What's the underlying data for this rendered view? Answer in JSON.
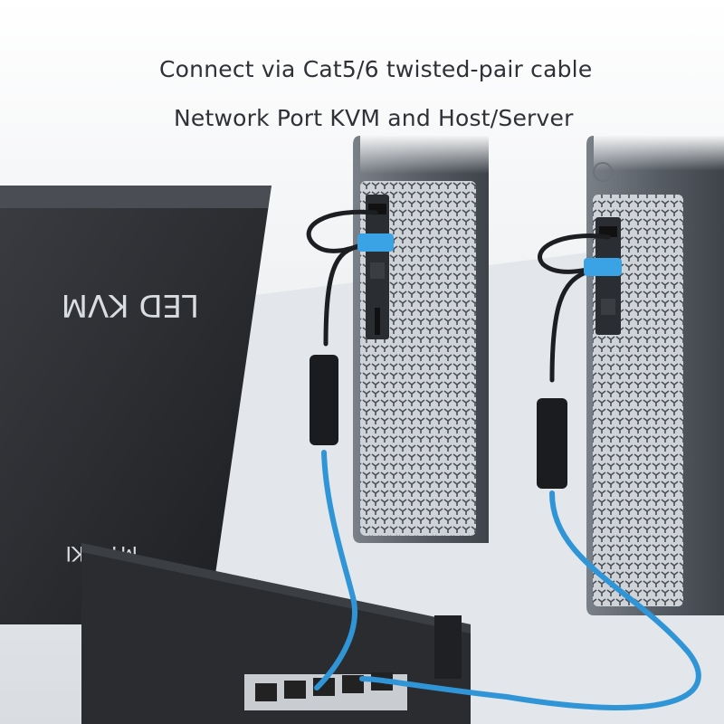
{
  "captions": {
    "line1": "Connect via Cat5/6 twisted-pair cable",
    "line2": "Network Port KVM and Host/Server"
  },
  "device": {
    "lid_label": "LED KVM",
    "brand_label": "MT-VIKI"
  },
  "colors": {
    "cable_blue": "#2f95d6",
    "connector_blue": "#3aa3e6",
    "chassis_dark": "#2a2c30",
    "tower_gray": "#5d636b",
    "background": "#e9ecef"
  }
}
